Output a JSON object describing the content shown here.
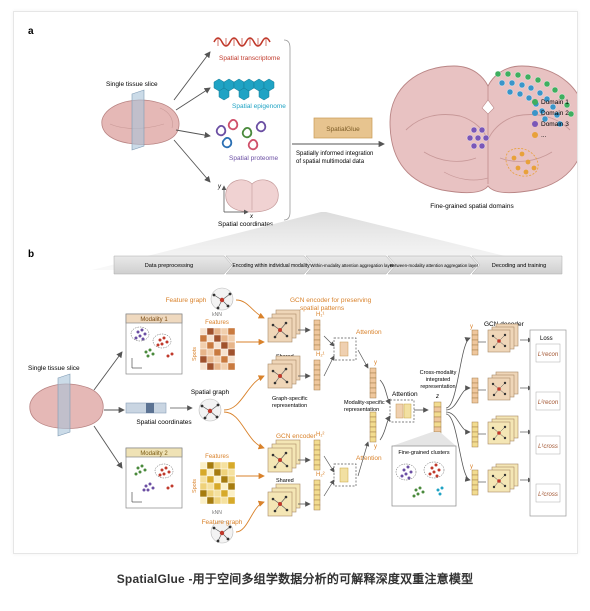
{
  "panel_a": {
    "letter": "a",
    "tissue_label": "Single tissue slice",
    "modalities": [
      "Spatial transcriptome",
      "Spatial epigenome",
      "Spatial proteome"
    ],
    "coordinates_label": "Spatial coordinates",
    "axis_x": "x",
    "axis_y": "y",
    "method_box": "SpatialGlue",
    "method_desc": [
      "Spatially informed integration",
      "of spatial multimodal data"
    ],
    "output_label": "Fine-grained spatial domains",
    "legend": [
      {
        "label": "Domain 1",
        "color": "#3fae5f"
      },
      {
        "label": "Domain 2",
        "color": "#3a95c9"
      },
      {
        "label": "Domain 3",
        "color": "#7a57b8"
      },
      {
        "label": "...",
        "color": "#e8a13a"
      }
    ]
  },
  "panel_b": {
    "letter": "b",
    "stages": [
      "Data preprocessing",
      "Encoding within individual modality",
      "Within-modality attention aggregation layer",
      "Between-modality attention aggregation layer",
      "Decoding and training"
    ],
    "tissue_label": "Single tissue slice",
    "feature_graph": "Feature graph",
    "modality1": "Modality 1",
    "modality2": "Modality 2",
    "features": "Features",
    "spots": "Spots",
    "knn": "kNN",
    "spatial_coordinates": "Spatial coordinates",
    "spatial_graph": "Spatial graph",
    "gcn_encoder_title": [
      "GCN encoder for preserving",
      "spatial patterns"
    ],
    "gcn_encoder": "GCN encoder",
    "shared": "Shared",
    "attention": "Attention",
    "graph_specific": [
      "Graph-specific",
      "representation"
    ],
    "modality_specific": [
      "Modality-specific",
      "representation"
    ],
    "cross_modality": [
      "Cross-modality",
      "integrated",
      "representation"
    ],
    "fine_grained_clusters": "Fine-grained clusters",
    "gcn_decoder": "GCN decoder",
    "loss_title": "Loss",
    "h_labels": [
      "H₁¹",
      "H₂¹",
      "H₁²",
      "H₂²"
    ],
    "y_label": "y",
    "z_label": "z",
    "losses": [
      "L¹recon",
      "L²recon",
      "L¹cross",
      "L²cross"
    ]
  },
  "caption": "SpatialGlue -用于空间多组学数据分析的可解释深度双重注意模型",
  "colors": {
    "accent_orange": "#d9822b",
    "transcriptome": "#c0392b",
    "epigenome": "#1fa3c4",
    "proteome": "#6b4fa3",
    "brain": "#e8c2c2",
    "encoder_box": "#efd6b8",
    "yellow_feature": "#e3b93a"
  }
}
